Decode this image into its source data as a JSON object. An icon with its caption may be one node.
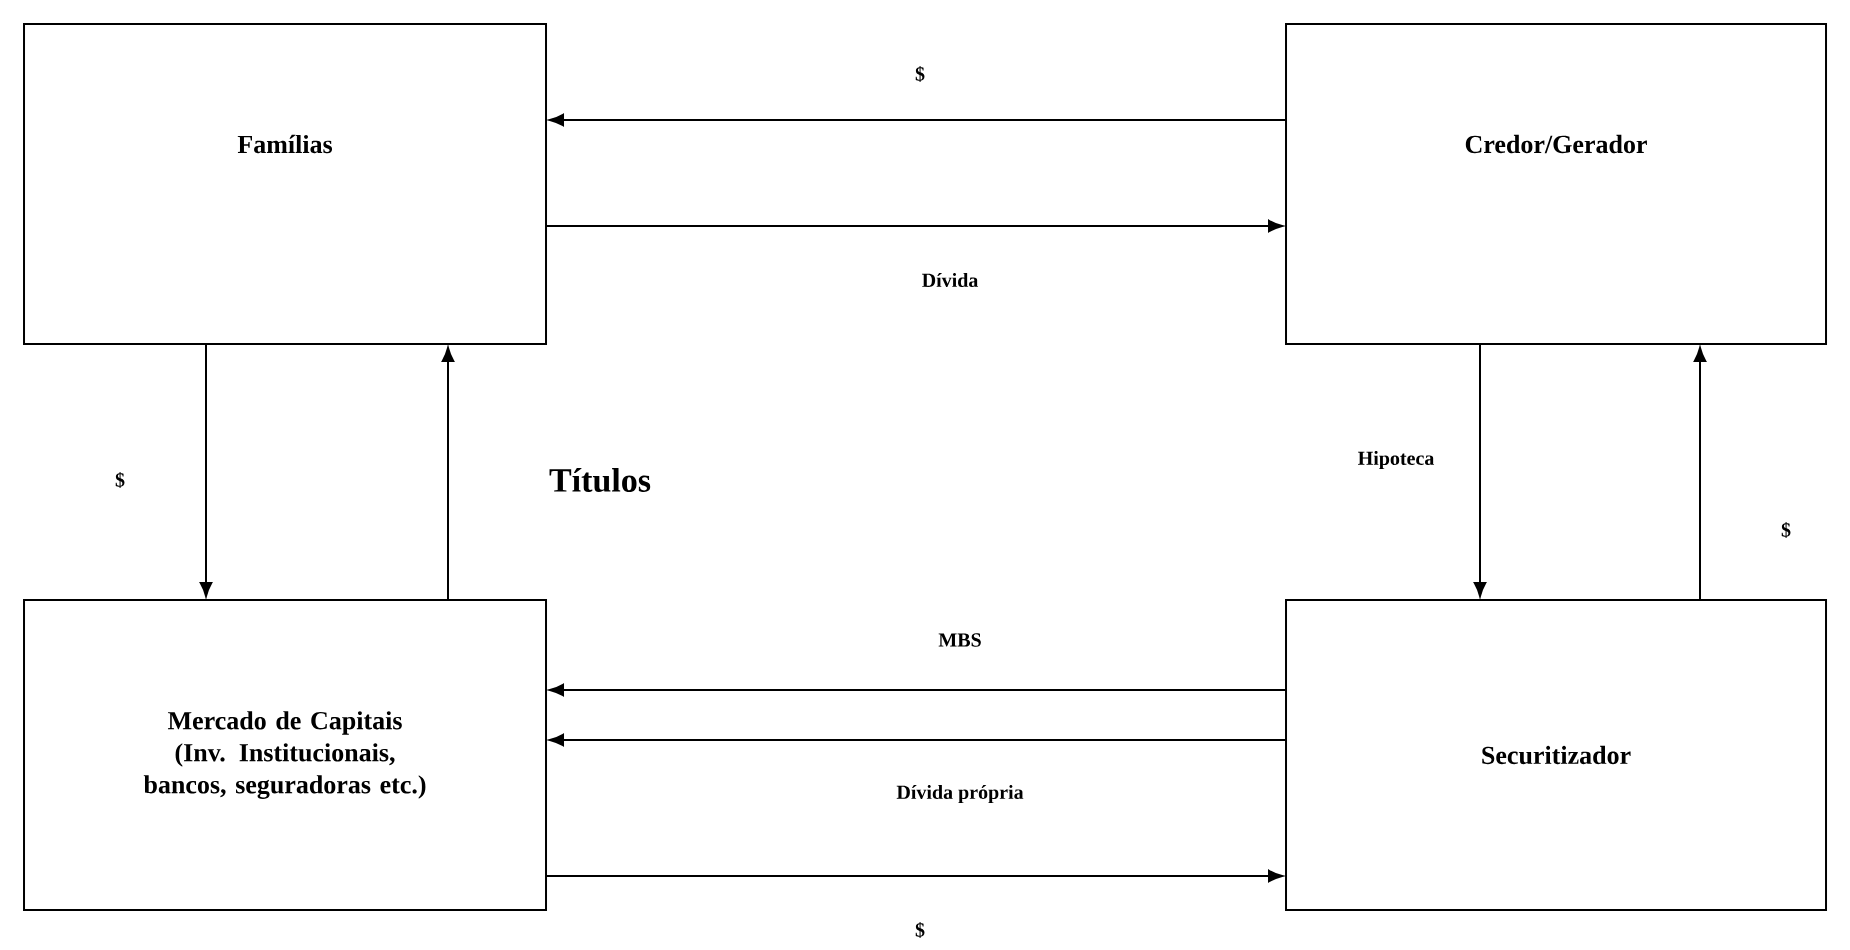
{
  "diagram": {
    "nodes": [
      {
        "text": [
          "Famílias"
        ]
      },
      {
        "text": [
          "Credor/Gerador"
        ]
      },
      {
        "text": [
          "Mercado de Capitais (Inv. Institucionais, bancos, seguradoras etc.)"
        ]
      },
      {
        "text": [
          "Securitizador"
        ]
      }
    ],
    "edges": [
      {
        "from": 1,
        "to": 0,
        "arrow": "to",
        "label": "$"
      },
      {
        "from": 0,
        "to": 1,
        "arrow": "to",
        "label": "Dívida"
      },
      {
        "from": 0,
        "to": 2,
        "arrow": "to",
        "label": "$"
      },
      {
        "from": 2,
        "to": 0,
        "arrow": "to",
        "label": "Títulos"
      },
      {
        "from": 1,
        "to": 3,
        "arrow": "to",
        "label": "Hipoteca"
      },
      {
        "from": 3,
        "to": 1,
        "arrow": "to",
        "label": "$"
      },
      {
        "from": 3,
        "to": 2,
        "arrow": "to",
        "label": "MBS"
      },
      {
        "from": 3,
        "to": 2,
        "arrow": "to",
        "label": "Dívida própria"
      },
      {
        "from": 2,
        "to": 3,
        "arrow": "to",
        "label": "$"
      }
    ]
  }
}
